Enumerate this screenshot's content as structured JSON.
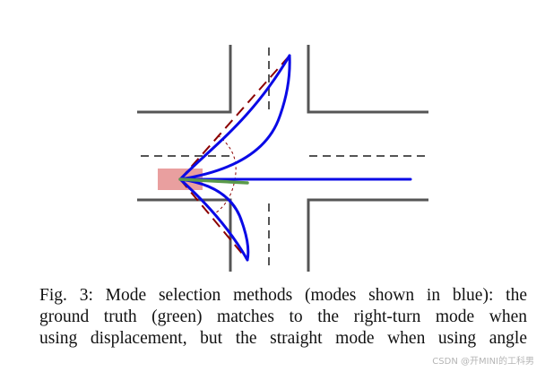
{
  "caption": {
    "lines": [
      "Fig. 3: Mode selection methods (modes shown in blue): the",
      "ground truth (green) matches to the right-turn mode when",
      "using displacement, but the straight mode when using angle"
    ]
  },
  "watermark": "CSDN @开MINI的工科男",
  "colors": {
    "road": "#555555",
    "lane_marking": "#555555",
    "modes": "#0a0ae6",
    "ground_truth": "#5a9a4a",
    "vehicle": "#e89a9a",
    "displacement_lines": "#8b0000",
    "angle_arc": "#8b0000"
  },
  "icons": [
    "vehicle-box"
  ]
}
